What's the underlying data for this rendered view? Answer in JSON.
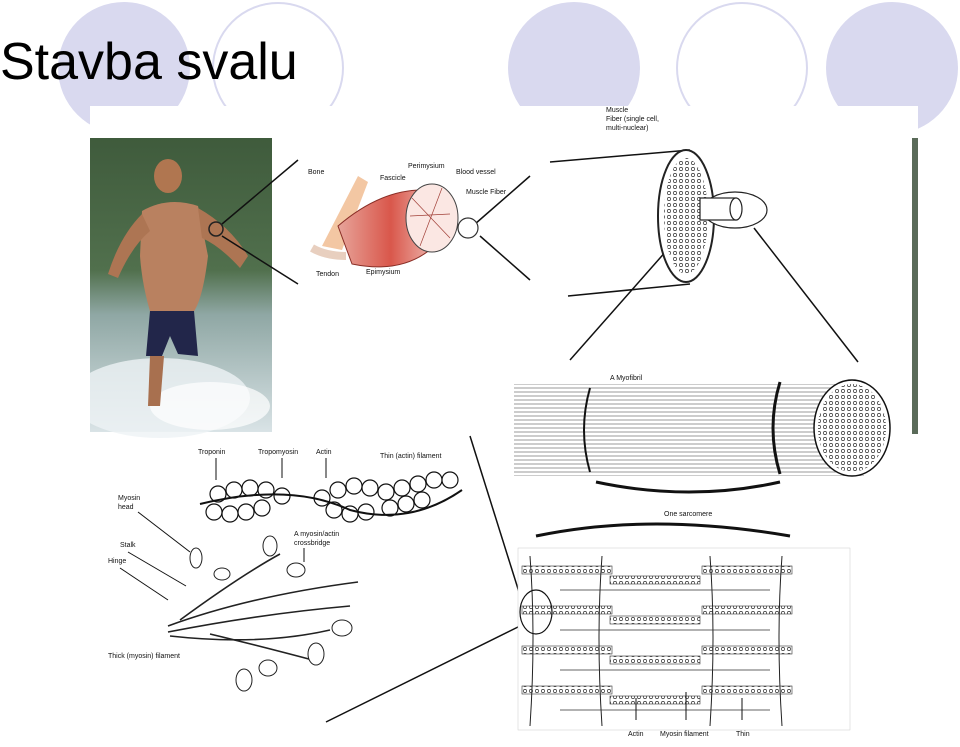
{
  "slide": {
    "title": "Stavba svalu",
    "decor_color": "#d9d9ef"
  },
  "figure": {
    "labels": {
      "bone": "Bone",
      "fascicle": "Fascicle",
      "perimysium": "Perimysium",
      "blood_vessel": "Blood vessel",
      "muscle_fiber_small": "Muscle Fiber",
      "tendon": "Tendon",
      "epimysium": "Epimysium",
      "muscle_fiber_1": "Muscle",
      "muscle_fiber_2": "Fiber (single cell,",
      "muscle_fiber_3": "multi-nuclear)",
      "myofibril": "A Myofibril",
      "sarcomere": "One sarcomere",
      "troponin": "Troponin",
      "tropomyosin": "Tropomyosin",
      "actin_top": "Actin",
      "thin_filament": "Thin (actin) filament",
      "myosin_head_1": "Myosin",
      "myosin_head_2": "head",
      "stalk": "Stalk",
      "hinge": "Hinge",
      "crossbridge_1": "A myosin/actin",
      "crossbridge_2": "crossbridge",
      "thick_filament": "Thick (myosin) filament",
      "actin_bottom": "Actin",
      "myosin_filament": "Myosin filament",
      "thin_bottom": "Thin"
    }
  }
}
